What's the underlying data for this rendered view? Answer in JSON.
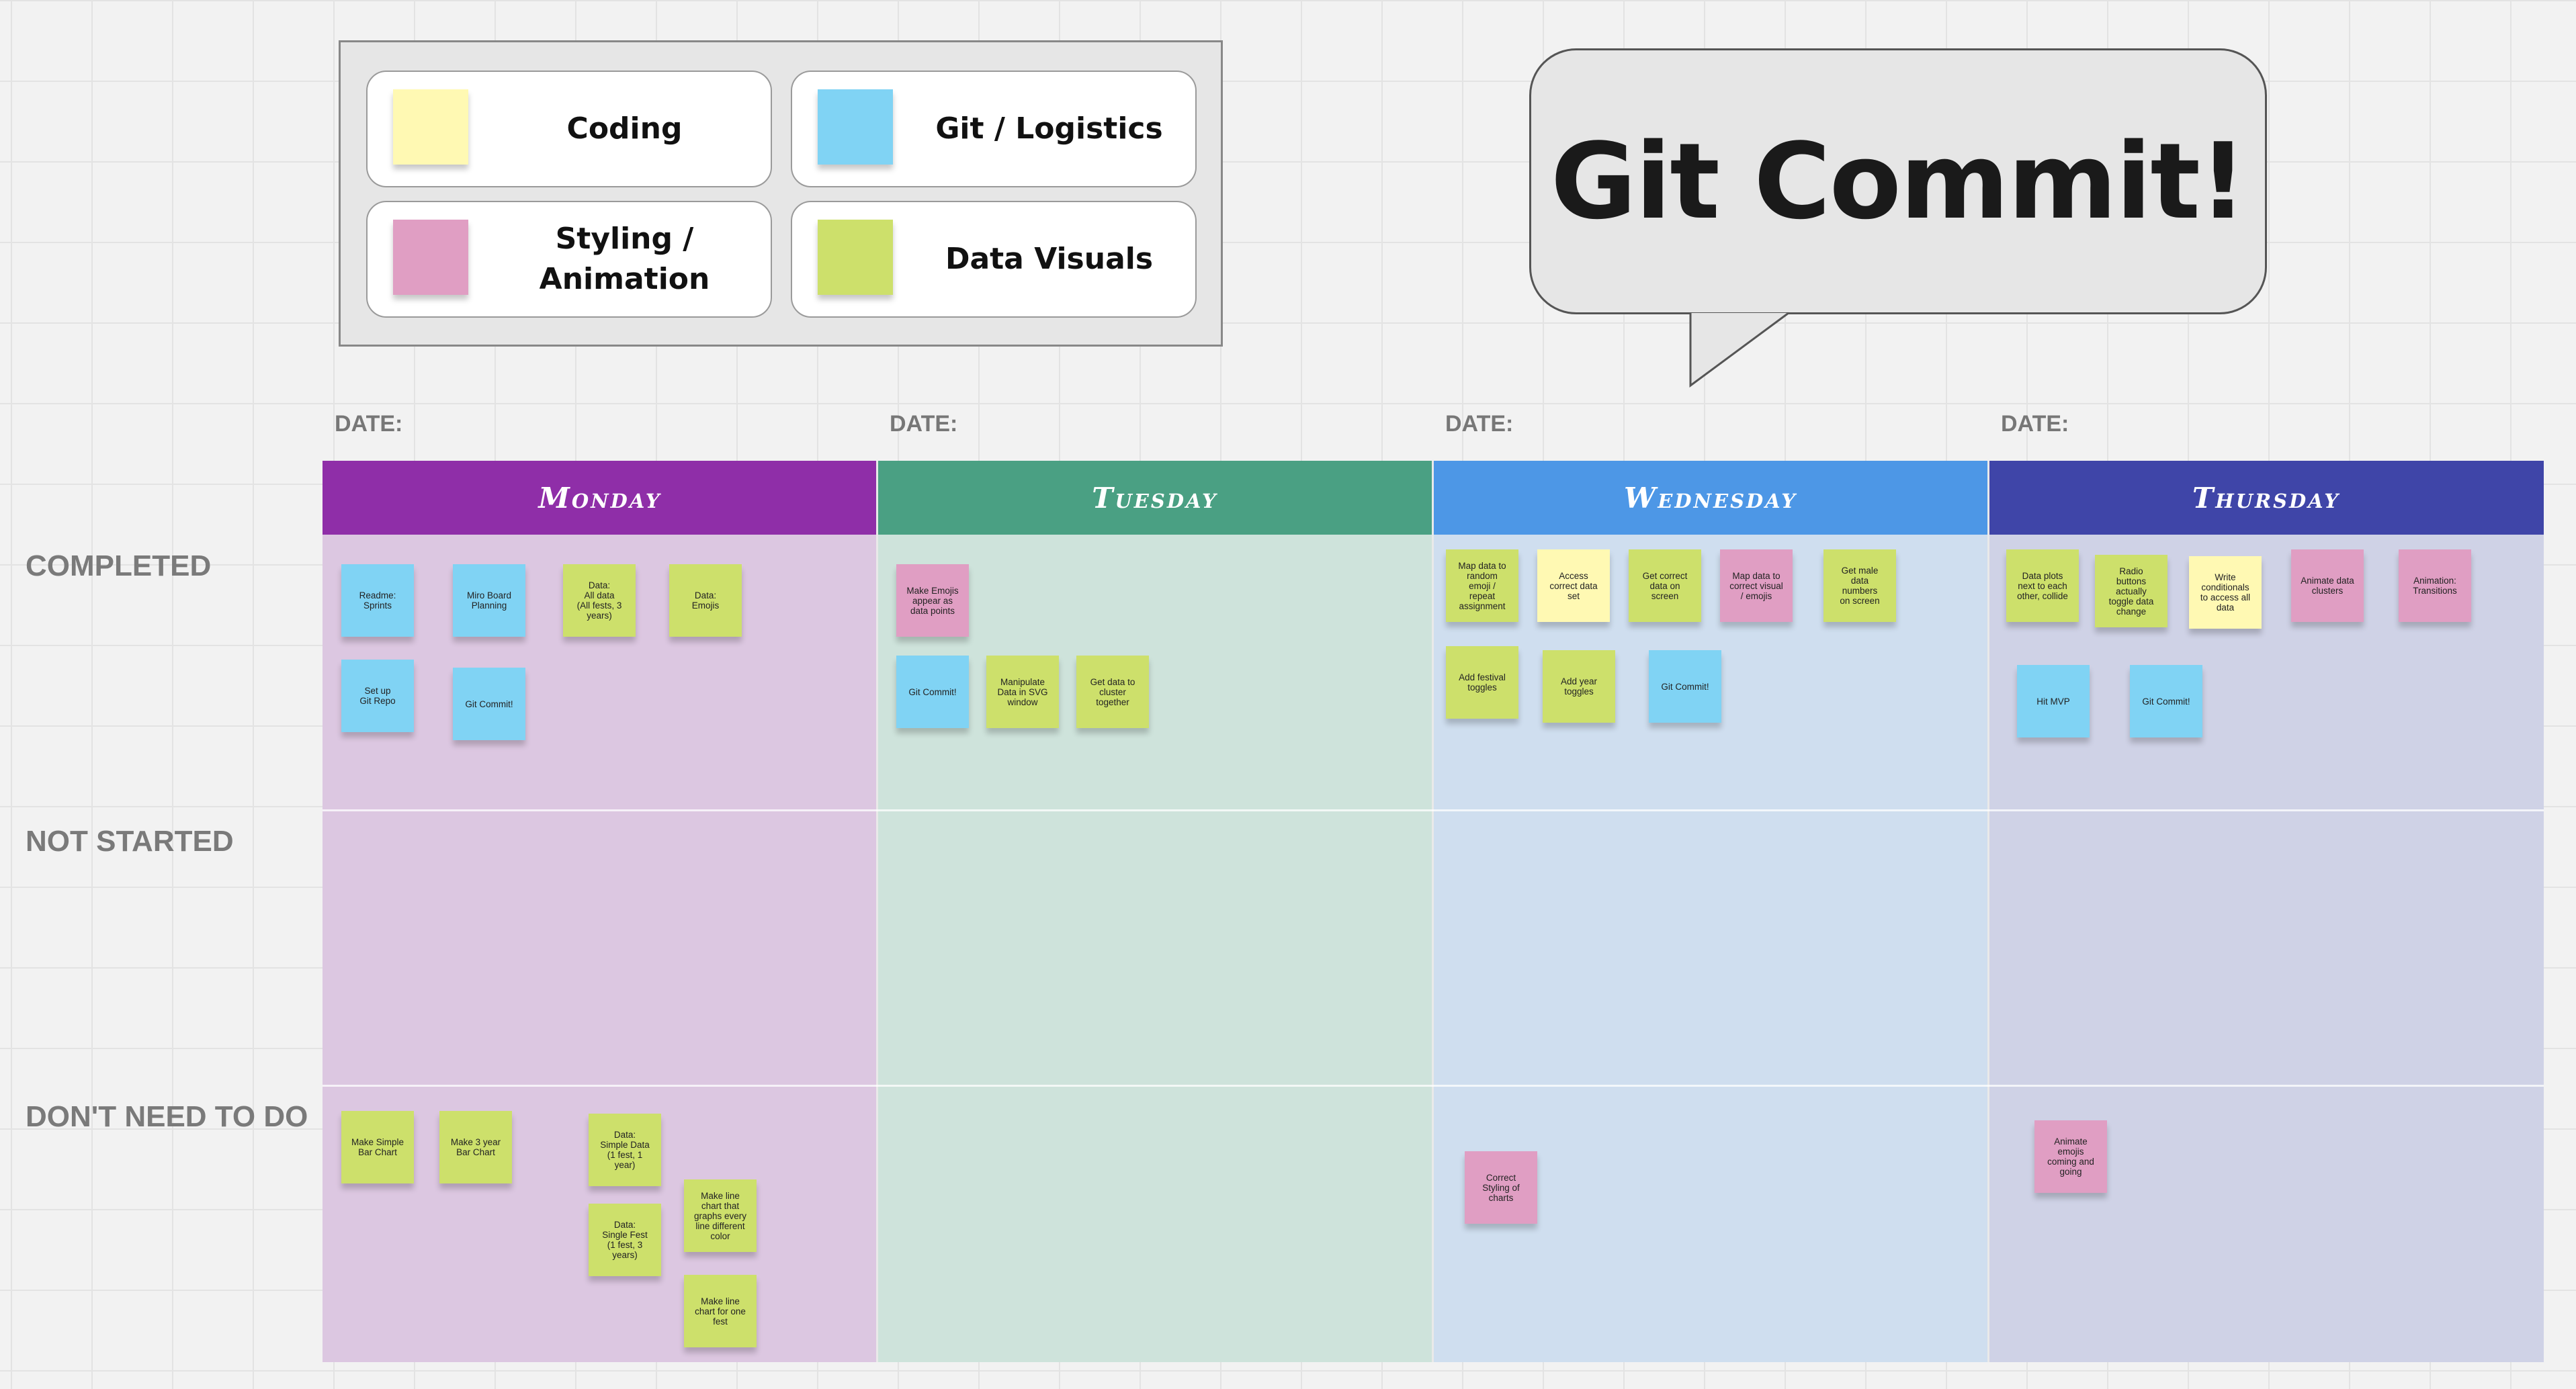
{
  "colors": {
    "coding": "#fff9b3",
    "git": "#80d3f4",
    "styling": "#e09ec3",
    "visuals": "#cde06b",
    "monday": "#8f2ea8",
    "tuesday": "#4aa083",
    "wednesday": "#4d97e6",
    "thursday": "#3f45a8",
    "monday_bg": "#dcc7e1",
    "tuesday_bg": "#cee3db",
    "wednesday_bg": "#cfdeef",
    "thursday_bg": "#cfd2e6"
  },
  "legend": [
    {
      "label": "Coding",
      "color": "coding"
    },
    {
      "label": "Git / Logistics",
      "color": "git"
    },
    {
      "label": "Styling /\nAnimation",
      "color": "styling"
    },
    {
      "label": "Data Visuals",
      "color": "visuals"
    }
  ],
  "bubble": {
    "text": "Git Commit!"
  },
  "date_label": "DATE:",
  "rows": [
    "COMPLETED",
    "NOT STARTED",
    "DON'T NEED TO DO"
  ],
  "days": [
    {
      "name": "Monday",
      "color": "monday",
      "bg": "monday_bg"
    },
    {
      "name": "Tuesday",
      "color": "tuesday",
      "bg": "tuesday_bg"
    },
    {
      "name": "Wednesday",
      "color": "wednesday",
      "bg": "wednesday_bg"
    },
    {
      "name": "Thursday",
      "color": "thursday",
      "bg": "thursday_bg"
    }
  ],
  "notes": {
    "monday": {
      "completed": [
        {
          "text": "Readme:\nSprints",
          "color": "git"
        },
        {
          "text": "Miro Board\nPlanning",
          "color": "git"
        },
        {
          "text": "Data:\nAll data\n(All fests, 3\nyears)",
          "color": "visuals"
        },
        {
          "text": "Data:\nEmojis",
          "color": "visuals"
        },
        {
          "text": "Set up\nGit Repo",
          "color": "git"
        },
        {
          "text": "Git Commit!",
          "color": "git"
        }
      ],
      "dont_need": [
        {
          "text": "Make Simple\nBar Chart",
          "color": "visuals"
        },
        {
          "text": "Make 3 year\nBar Chart",
          "color": "visuals"
        },
        {
          "text": "Data:\nSimple Data\n(1 fest, 1\nyear)",
          "color": "visuals"
        },
        {
          "text": "Make line\nchart that\ngraphs every\nline different\ncolor",
          "color": "visuals"
        },
        {
          "text": "Data:\nSingle Fest\n(1 fest, 3\nyears)",
          "color": "visuals"
        },
        {
          "text": "Make line\nchart for one\nfest",
          "color": "visuals"
        }
      ]
    },
    "tuesday": {
      "completed": [
        {
          "text": "Make Emojis\nappear as\ndata points",
          "color": "styling"
        },
        {
          "text": "Git Commit!",
          "color": "git"
        },
        {
          "text": "Manipulate\nData in SVG\nwindow",
          "color": "visuals"
        },
        {
          "text": "Get data to\ncluster\ntogether",
          "color": "visuals"
        }
      ]
    },
    "wednesday": {
      "completed": [
        {
          "text": "Map data to\nrandom\nemoji /\nrepeat\nassignment",
          "color": "visuals"
        },
        {
          "text": "Access\ncorrect data\nset",
          "color": "coding"
        },
        {
          "text": "Get correct\ndata on\nscreen",
          "color": "visuals"
        },
        {
          "text": "Map data to\ncorrect visual\n/ emojis",
          "color": "styling"
        },
        {
          "text": "Get male\ndata\nnumbers\non screen",
          "color": "visuals"
        },
        {
          "text": "Add festival\ntoggles",
          "color": "visuals"
        },
        {
          "text": "Add year\ntoggles",
          "color": "visuals"
        },
        {
          "text": "Git Commit!",
          "color": "git"
        }
      ],
      "dont_need": [
        {
          "text": "Correct\nStyling of\ncharts",
          "color": "styling"
        }
      ]
    },
    "thursday": {
      "completed": [
        {
          "text": "Data plots\nnext to each\nother, collide",
          "color": "visuals"
        },
        {
          "text": "Radio\nbuttons\nactually\ntoggle data\nchange",
          "color": "visuals"
        },
        {
          "text": "Write\nconditionals\nto access all\ndata",
          "color": "coding"
        },
        {
          "text": "Animate data\nclusters",
          "color": "styling"
        },
        {
          "text": "Animation:\nTransitions",
          "color": "styling"
        },
        {
          "text": "Hit MVP",
          "color": "git"
        },
        {
          "text": "Git Commit!",
          "color": "git"
        }
      ],
      "dont_need": [
        {
          "text": "Animate\nemojis\ncoming and\ngoing",
          "color": "styling"
        }
      ]
    }
  }
}
